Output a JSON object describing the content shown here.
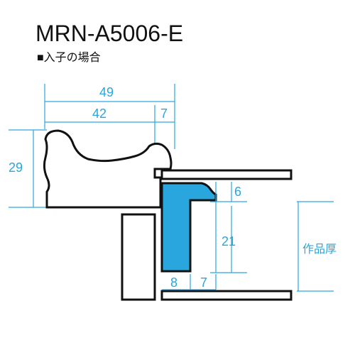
{
  "title": "MRN-A5006-E",
  "subtitle": "■入子の場合",
  "dimensions": {
    "overall_width": "49",
    "inner_width": "42",
    "lip_width": "7",
    "height": "29",
    "top_gap": "6",
    "depth": "21",
    "insert_width": "8",
    "spacer_width": "7",
    "artwork_thickness": "作品厚"
  },
  "colors": {
    "dimension": "#2aa6df",
    "insert_fill": "#2aa6df",
    "outline": "#111111",
    "background": "#ffffff"
  }
}
